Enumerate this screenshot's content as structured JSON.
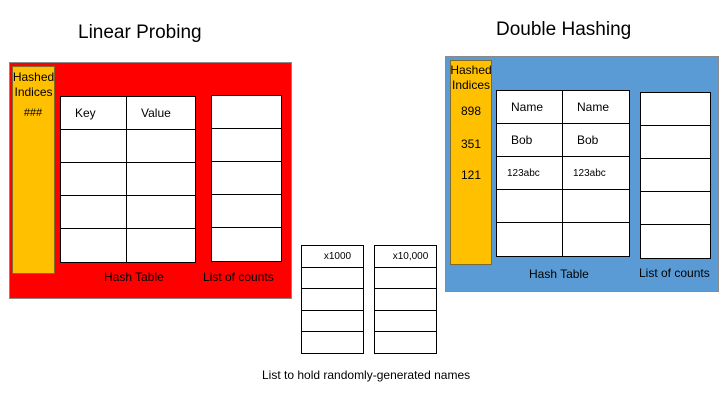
{
  "linear_probing": {
    "title": "Linear Probing",
    "colors": {
      "panel": "#ff0000",
      "strip": "#ffc000"
    },
    "strip_label_line1": "Hashed",
    "strip_label_line2": "Indices",
    "index_placeholder": "###",
    "table_headers": [
      "Key",
      "Value"
    ],
    "caption_table": "Hash Table",
    "caption_counts": "List of counts"
  },
  "double_hashing": {
    "title": "Double Hashing",
    "colors": {
      "panel": "#5b9bd5",
      "strip": "#ffc000"
    },
    "strip_label_line1": "Hashed",
    "strip_label_line2": "Indices",
    "indices": [
      "898",
      "351",
      "121"
    ],
    "rows": [
      [
        "Name",
        "Name"
      ],
      [
        "Bob",
        "Bob"
      ],
      [
        "123abc",
        "123abc"
      ]
    ],
    "caption_table": "Hash Table",
    "caption_counts": "List of counts"
  },
  "name_lists": {
    "list1_header": "x1000",
    "list2_header": "x10,000",
    "caption": "List to hold randomly-generated names"
  }
}
